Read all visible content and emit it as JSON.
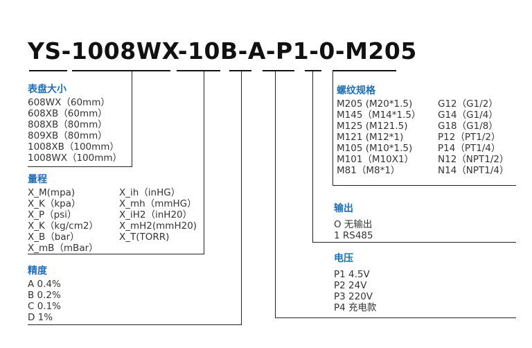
{
  "model_code": "YS-1008WX-10B-A-P1-0-M205",
  "size": {
    "title": "表盘大小",
    "items": [
      "608WX（60mm）",
      "608XB（60mm）",
      "808XB（80mm）",
      "809XB（80mm）",
      "1008XB（100mm）",
      "1008WX（100mm）"
    ]
  },
  "range": {
    "title": "量程",
    "col1": [
      "X_M(mpa)",
      "X_K（kpa）",
      "X_P（psi）",
      "X_K（kg/cm2）",
      "X_B（bar）",
      "X_mB（mBar）"
    ],
    "col2": [
      "X_ih（inHG）",
      "X_mh（mmHG）",
      "X_iH2（inH20）",
      "X_mH2(mmH20)",
      "X_T(TORR)"
    ]
  },
  "accuracy": {
    "title": "精度",
    "items": [
      "A 0.4%",
      "B 0.2%",
      "C 0.1%",
      "D 1%"
    ]
  },
  "thread": {
    "title": "螺纹规格",
    "col1": [
      "M205 (M20*1.5)",
      "M145（M14*1.5）",
      "M125 (M121.5)",
      "M121 (M12*1)",
      "M105 (M10*1.5)",
      "M101（M10X1）",
      "M81（M8*1）"
    ],
    "col2": [
      "G12（G1/2）",
      "G14（G1/4）",
      "G18（G1/8）",
      "P12（PT1/2）",
      "P14（PT1/4）",
      "N12（NPT1/2）",
      "N14（NPT1/4）"
    ]
  },
  "output": {
    "title": "输出",
    "items": [
      "O 无输出",
      "1 RS485"
    ]
  },
  "voltage": {
    "title": "电压",
    "items": [
      "P1 4.5V",
      "P2 24V",
      "P3 220V",
      "P4 充电款"
    ]
  }
}
